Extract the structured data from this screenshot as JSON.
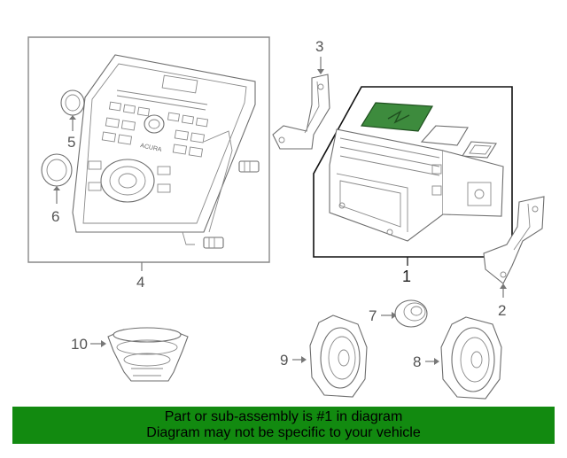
{
  "diagram": {
    "callouts": {
      "c1": "1",
      "c2": "2",
      "c3": "3",
      "c4": "4",
      "c5": "5",
      "c6": "6",
      "c7": "7",
      "c8": "8",
      "c9": "9",
      "c10": "10"
    },
    "brand_text": "ACURA",
    "highlight_color": "#3d8b3d"
  },
  "banner": {
    "line1": "Part or sub-assembly is #1 in diagram",
    "line2": "Diagram may not be specific to your vehicle",
    "background": "#128a10"
  }
}
